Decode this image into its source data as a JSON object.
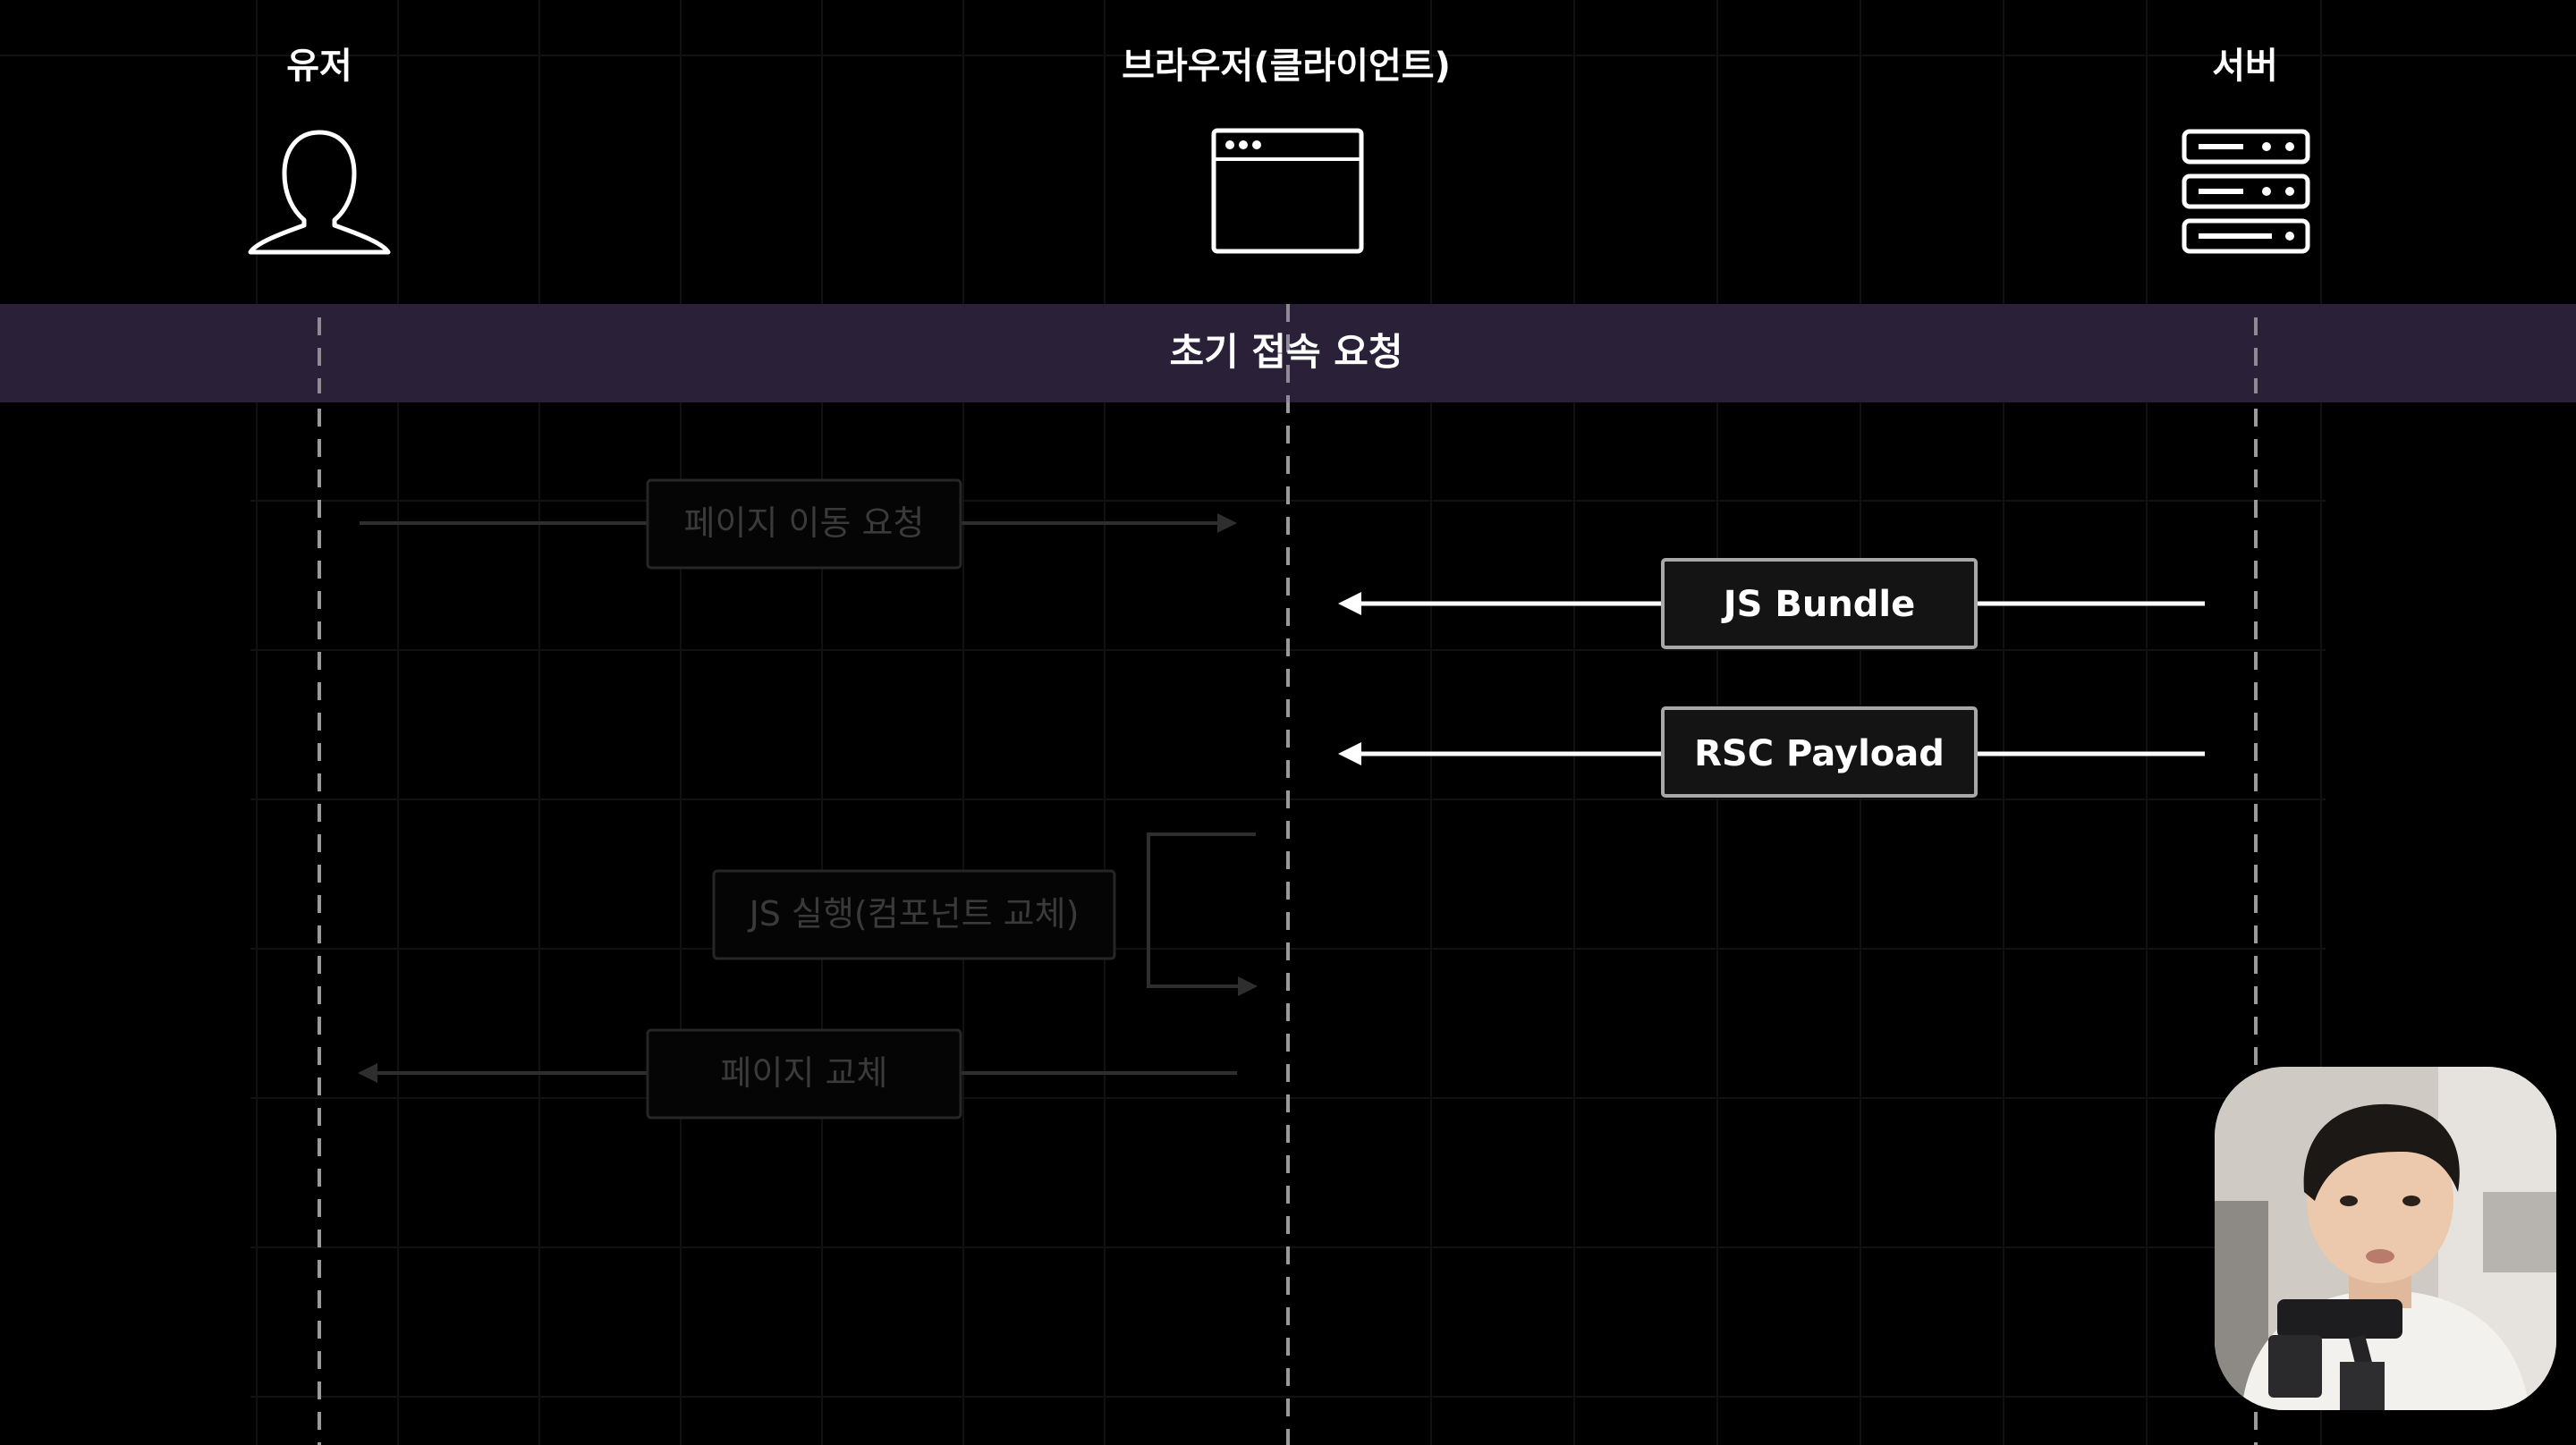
{
  "actors": {
    "user": "유저",
    "browser": "브라우저(클라이언트)",
    "server": "서버"
  },
  "phase_banner": "초기 접속 요청",
  "messages": {
    "page_move_request": "페이지 이동 요청",
    "js_bundle": "JS Bundle",
    "rsc_payload": "RSC Payload",
    "js_execute": "JS 실행(컴포넌트 교체)",
    "page_replace": "페이지 교체"
  },
  "icons": {
    "user": "person-icon",
    "browser": "browser-window-icon",
    "server": "server-rack-icon"
  },
  "colors": {
    "background": "#000000",
    "banner": "#2a2138",
    "active_box_fill": "#141414",
    "active_box_border": "#a8a8a8",
    "active_text": "#ffffff",
    "dim_text": "#3f3f3f",
    "dim_border": "#2a2a2a"
  }
}
